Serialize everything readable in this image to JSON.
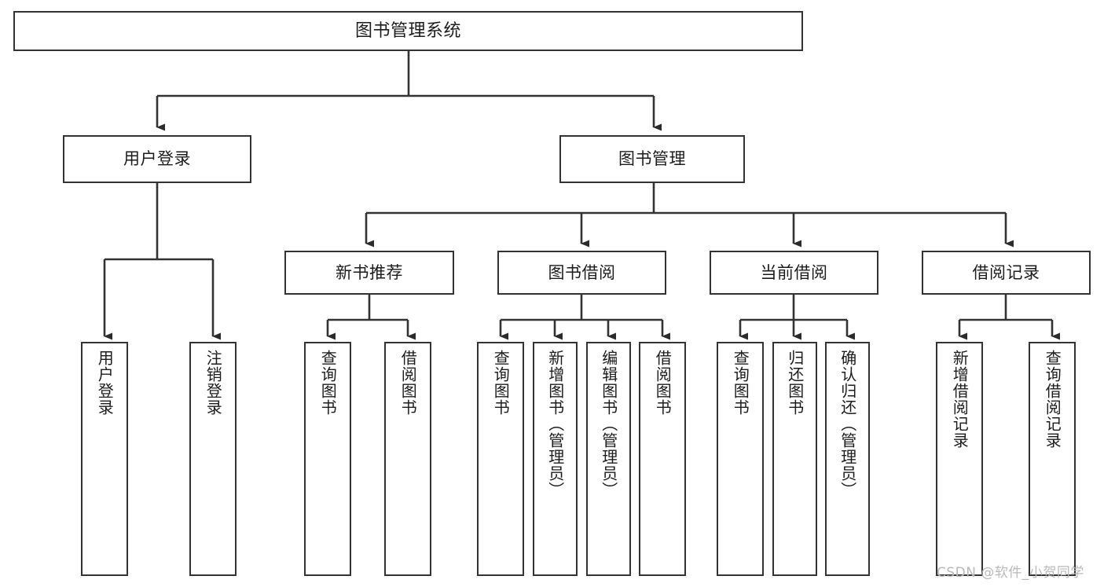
{
  "diagram": {
    "title": "图书管理系统",
    "watermark": "CSDN @软件_小贺同学",
    "line_color": "#333333",
    "box_fill": "#ffffff",
    "text_color": "#1c1c1c",
    "nodes": {
      "root": "图书管理系统",
      "user_login": "用户登录",
      "book_manage": "图书管理",
      "new_book_rec": "新书推荐",
      "book_borrow": "图书借阅",
      "current_borrow": "当前借阅",
      "borrow_record": "借阅记录",
      "leaf_user_login": "用户登录",
      "leaf_logout": "注销登录",
      "leaf_query_book_1": "查询图书",
      "leaf_borrow_book_1": "借阅图书",
      "leaf_query_book_2": "查询图书",
      "leaf_add_book_admin": "新增图书（管理员）",
      "leaf_edit_book_admin": "编辑图书（管理员）",
      "leaf_borrow_book_2": "借阅图书",
      "leaf_query_book_3": "查询图书",
      "leaf_return_book": "归还图书",
      "leaf_confirm_return_admin": "确认归还（管理员）",
      "leaf_add_record": "新增借阅记录",
      "leaf_query_record": "查询借阅记录"
    }
  }
}
